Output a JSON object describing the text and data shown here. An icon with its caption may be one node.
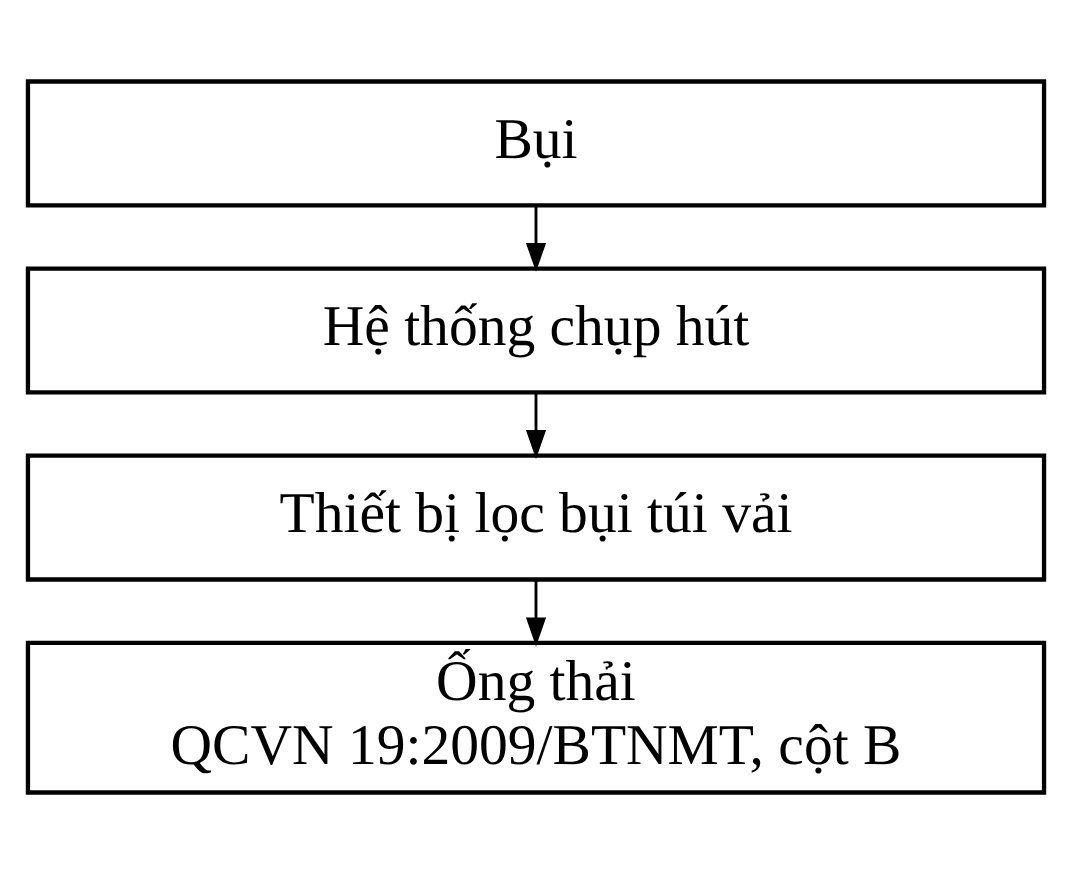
{
  "diagram": {
    "nodes": [
      {
        "text": [
          "Bụi"
        ]
      },
      {
        "text": [
          "Hệ thống chụp hút"
        ]
      },
      {
        "text": [
          "Thiết bị lọc bụi túi vải"
        ]
      },
      {
        "text": [
          "Ống thải",
          "QCVN 19:2009/BTNMT, cột B"
        ]
      }
    ],
    "edges": [
      {
        "from": 0,
        "to": 1,
        "arrow": "to"
      },
      {
        "from": 1,
        "to": 2,
        "arrow": "to"
      },
      {
        "from": 2,
        "to": 3,
        "arrow": "to"
      }
    ]
  }
}
